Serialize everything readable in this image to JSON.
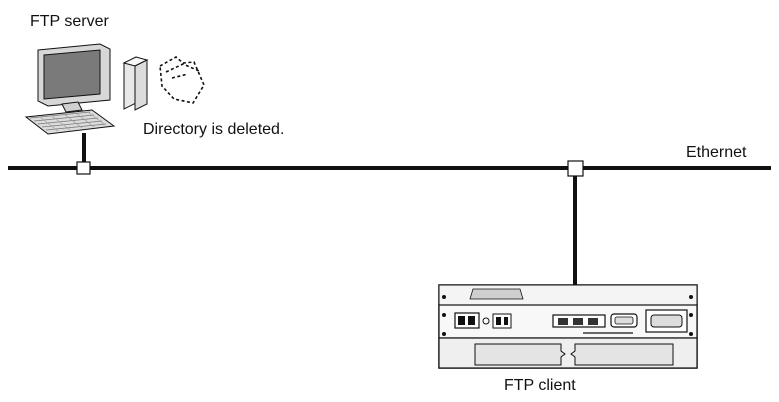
{
  "labels": {
    "ftp_server": "FTP server",
    "directory_deleted": "Directory is deleted.",
    "ethernet": "Ethernet",
    "ftp_client": "FTP client"
  },
  "icons": {
    "server": "desktop-computer-icon",
    "deleted_directory": "dashed-folder-icon",
    "client": "rack-controller-icon"
  },
  "colors": {
    "line": "#111111",
    "device_fill": "#f2f2f2",
    "screen": "#7a7a7a"
  }
}
